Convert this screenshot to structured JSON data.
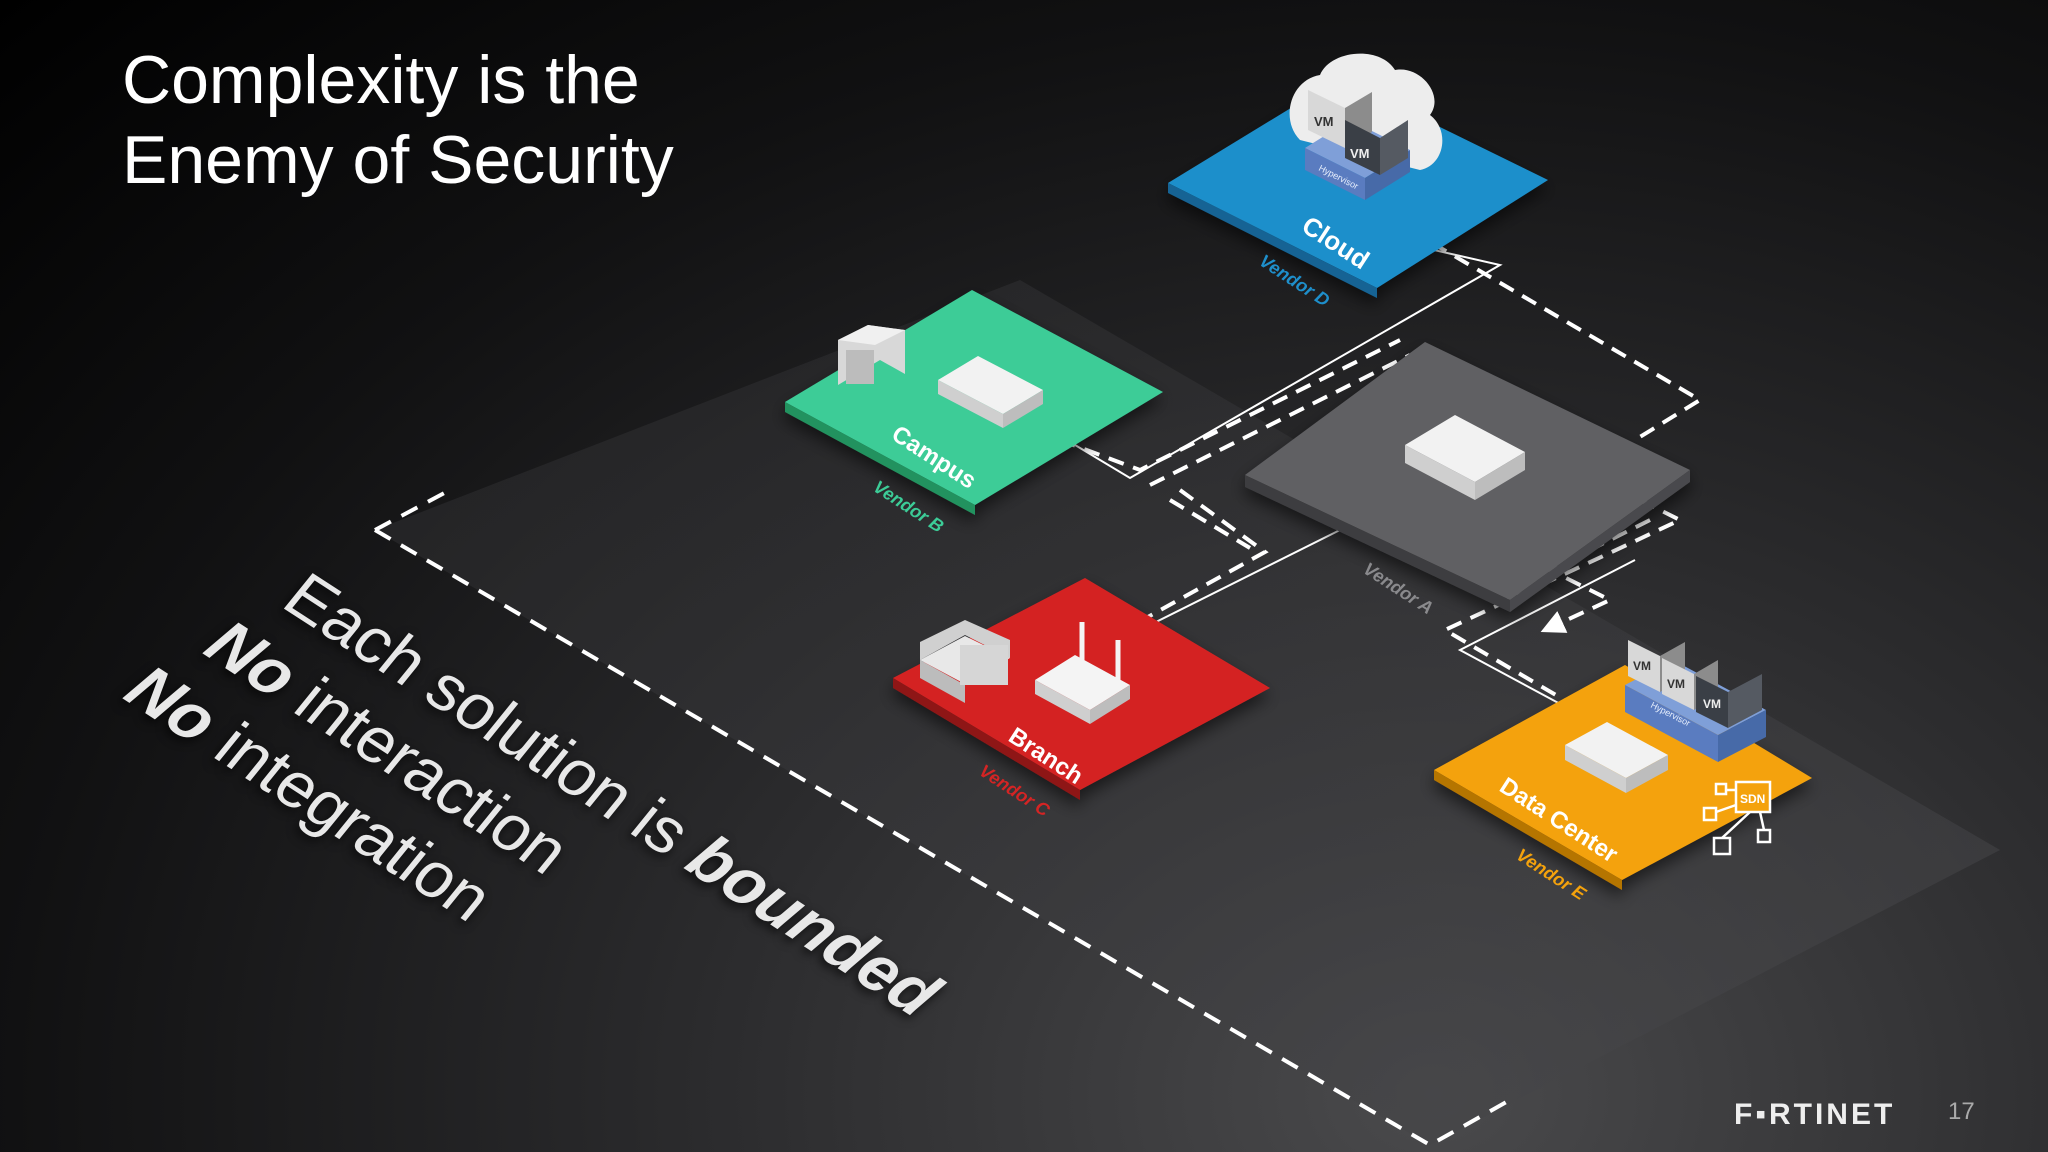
{
  "slide": {
    "title_line1": "Complexity is the",
    "title_line2": "Enemy of Security",
    "bullet1_pre": "Each solution is ",
    "bullet1_bold": "bounded",
    "bullet2_bold": "No",
    "bullet2_rest": " interaction",
    "bullet3_bold": "No",
    "bullet3_rest": " integration",
    "brand": "F▪RTINET",
    "page_number": "17"
  },
  "zones": {
    "cloud": {
      "label": "Cloud",
      "vendor": "Vendor D",
      "color": "#1e8fcb",
      "vendor_color": "#1e8fcb"
    },
    "campus": {
      "label": "Campus",
      "vendor": "Vendor B",
      "color": "#3ccc97",
      "vendor_color": "#3ccc97"
    },
    "center": {
      "label": "",
      "vendor": "Vendor A",
      "color": "#606063",
      "vendor_color": "#8a8a8d"
    },
    "branch": {
      "label": "Branch",
      "vendor": "Vendor C",
      "color": "#d42424",
      "vendor_color": "#d42424"
    },
    "datacenter": {
      "label": "Data Center",
      "vendor": "Vendor E",
      "color": "#f4a20c",
      "vendor_color": "#f4a20c"
    }
  },
  "icons": {
    "vm": "VM",
    "hypervisor": "Hypervisor",
    "sdn": "SDN"
  }
}
